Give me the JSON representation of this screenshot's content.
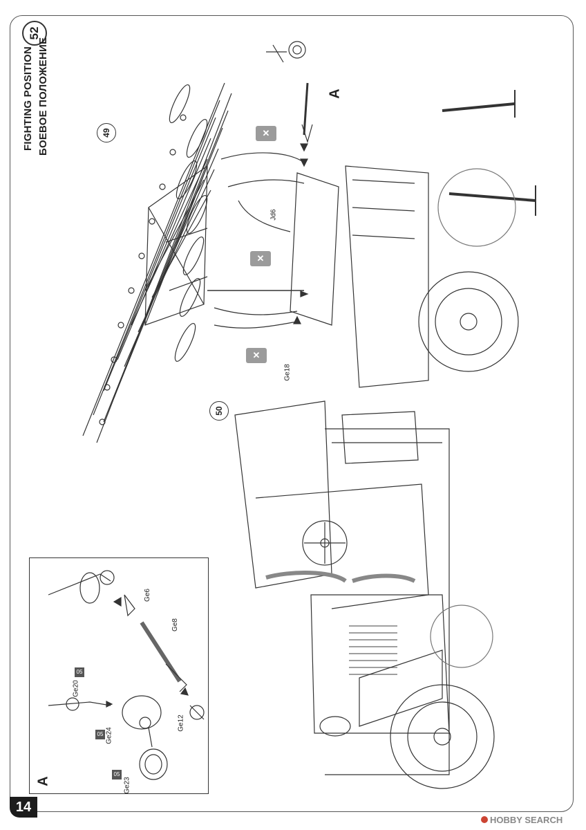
{
  "page": {
    "number": "14",
    "step": "52"
  },
  "title": {
    "line_en": "FIGHTING POSITION",
    "line_ru": "БОЕВОЕ ПОЛОЖЕНИЕ"
  },
  "sub_steps": {
    "rack": "49",
    "cab_cover": "50"
  },
  "part_labels": {
    "jd6": "Jd6",
    "ge18": "Ge18",
    "detail_marker": "A",
    "detail_title": "A"
  },
  "inset": {
    "labels": {
      "ge6": "Ge6",
      "ge8": "Ge8",
      "ge12": "Ge12",
      "ge20": "Ge20",
      "ge24": "Ge24",
      "ge23": "Ge23"
    },
    "tags": {
      "t1": "05",
      "t2": "05",
      "t3": "05"
    }
  },
  "icons": {
    "no_glue": "no-glue-icon"
  },
  "watermark": {
    "text": "HOBBY SEARCH"
  }
}
